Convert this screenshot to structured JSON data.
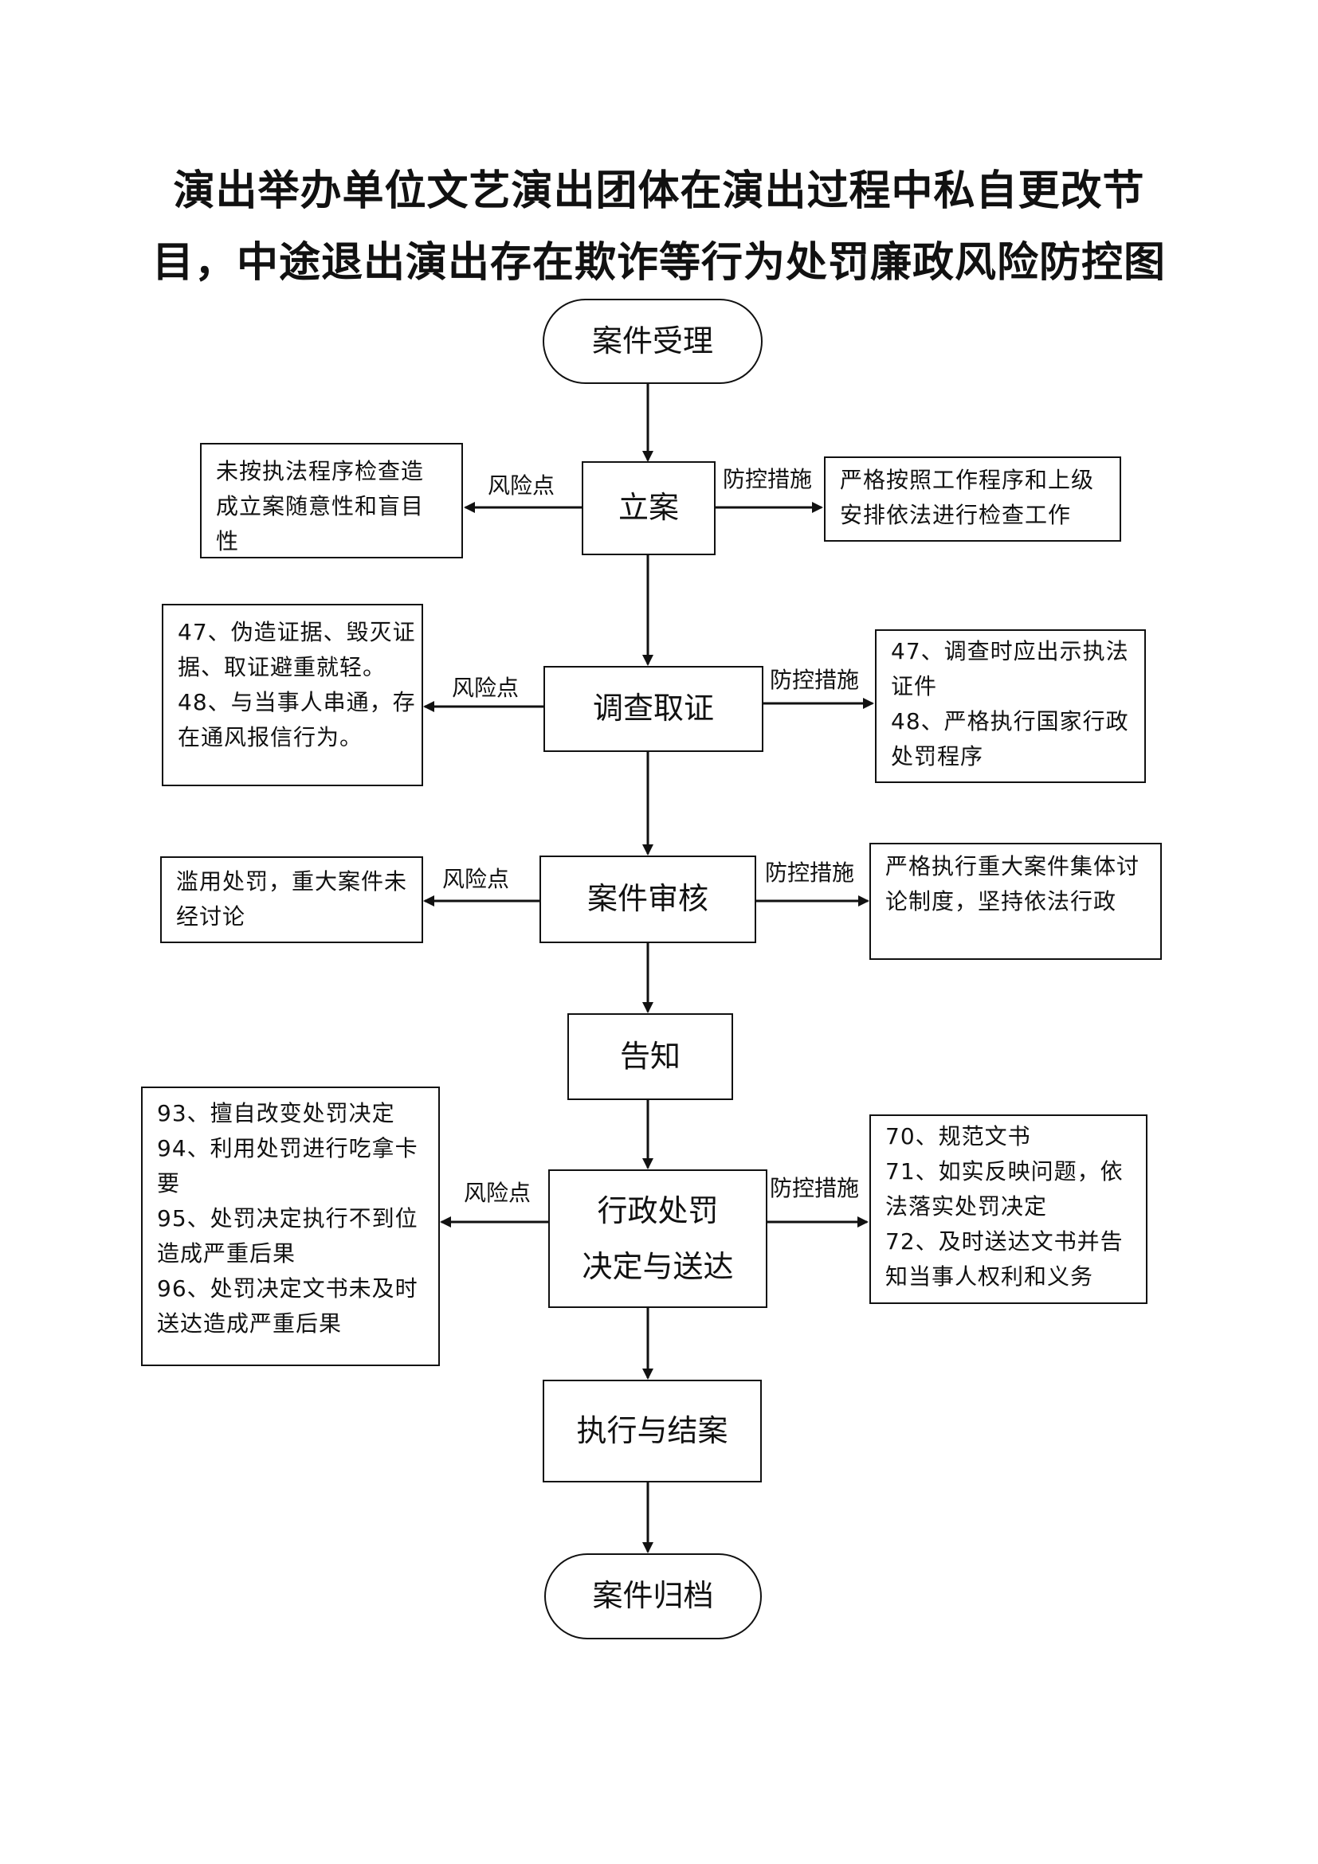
{
  "title": {
    "line1": "演出举办单位文艺演出团体在演出过程中私自更改节",
    "line2": "目，中途退出演出存在欺诈等行为处罚廉政风险防控图"
  },
  "steps": {
    "accept": "案件受理",
    "file": "立案",
    "investigate": "调查取证",
    "review": "案件审核",
    "notify": "告知",
    "decision_line1": "行政处罚",
    "decision_line2": "决定与送达",
    "execute": "执行与结案",
    "archive": "案件归档"
  },
  "labels": {
    "risk": "风险点",
    "control": "防控措施"
  },
  "risks": {
    "file": [
      "未按执法程序检查造",
      "成立案随意性和盲目",
      "性"
    ],
    "investigate": [
      "47、伪造证据、毁灭证",
      "据、取证避重就轻。",
      "48、与当事人串通，存",
      "在通风报信行为。"
    ],
    "review": [
      "滥用处罚，重大案件未",
      "经讨论"
    ],
    "decision": [
      "93、擅自改变处罚决定",
      "94、利用处罚进行吃拿卡",
      "要",
      "95、处罚决定执行不到位",
      "造成严重后果",
      "96、处罚决定文书未及时",
      "送达造成严重后果"
    ]
  },
  "controls": {
    "file": [
      "严格按照工作程序和上级",
      "安排依法进行检查工作"
    ],
    "investigate": [
      "47、调查时应出示执法",
      "证件",
      "48、严格执行国家行政",
      "处罚程序"
    ],
    "review": [
      "严格执行重大案件集体讨",
      "论制度，坚持依法行政"
    ],
    "decision": [
      "70、规范文书",
      "71、如实反映问题，依",
      "法落实处罚决定",
      "72、及时送达文书并告",
      "知当事人权利和义务"
    ]
  }
}
